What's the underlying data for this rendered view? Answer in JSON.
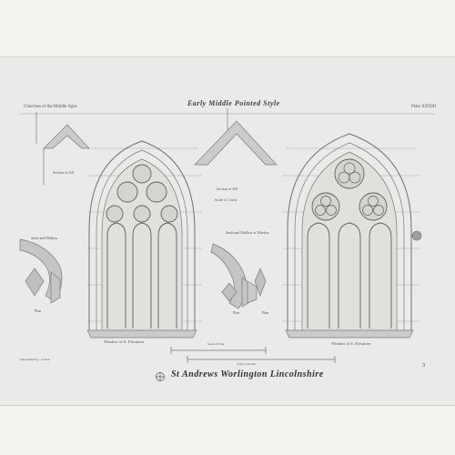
{
  "plate": {
    "top_left": "Churches of the Middle Ages",
    "title": "Early Middle Pointed Style",
    "top_right": "Plate XXXIII",
    "footer_title": "St Andrews Worlington Lincolnshire",
    "page_number": "3",
    "imprint": "Lithographed by ... London"
  },
  "labels": {
    "section_of_sill": "Section of Sill",
    "jamb_and_mullion": "Jamb and Mullion",
    "plan": "Plan",
    "section_of_sill_right": "Section of Sill",
    "scale_note": "Scale of 1 inch",
    "jamb_and_mullion_right": "Jamb and Mullion of Window",
    "plan_right_a": "Plan",
    "plan_right_b": "Plan",
    "caption_left": "Window of N. Elevation",
    "caption_right": "Window of S. Elevation",
    "scale_feet": "Scale of Feet",
    "scale_inches": "Scale of Inches"
  }
}
